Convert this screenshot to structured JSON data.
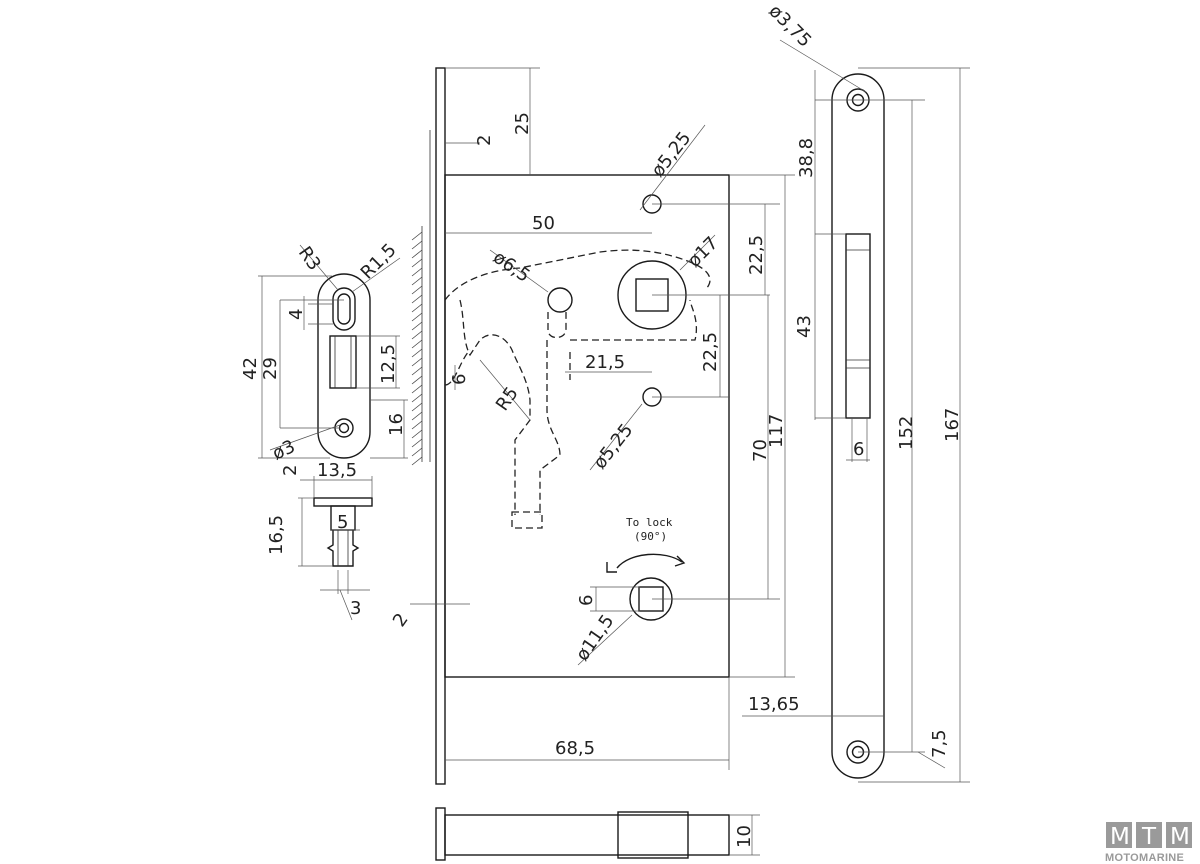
{
  "dimensions": {
    "d_25": "25",
    "d_2_top": "2",
    "d_50": "50",
    "d_dia525_top": "ø5,25",
    "d_dia65": "ø6,5",
    "d_dia17": "ø17",
    "d_225_top": "22,5",
    "d_225_bot": "22,5",
    "d_215": "21,5",
    "d_6_left": "6",
    "d_r5": "R5",
    "d_dia525_bot": "ø5,25",
    "d_70": "70",
    "d_117": "117",
    "d_6_bottom": "6",
    "d_dia115": "ø11,5",
    "d_2_bottom": "2",
    "d_685": "68,5",
    "d_10": "10",
    "d_dia375": "ø3,75",
    "d_388": "38,8",
    "d_43": "43",
    "d_6_strike": "6",
    "d_152": "152",
    "d_167": "167",
    "d_1365": "13,65",
    "d_75": "7,5",
    "d_r3": "R3",
    "d_r15": "R1,5",
    "d_4": "4",
    "d_42": "42",
    "d_29": "29",
    "d_125": "12,5",
    "d_16": "16",
    "d_dia3": "ø3",
    "d_2_pin": "2",
    "d_135": "13,5",
    "d_165": "16,5",
    "d_5": "5",
    "d_3": "3"
  },
  "annotations": {
    "to_lock": "To lock",
    "to_lock_angle": "(90°)"
  },
  "logo": {
    "letters": [
      "M",
      "T",
      "M"
    ],
    "subtitle": "MOTOMARINE"
  },
  "colors": {
    "line": "#1a1a1a",
    "logo_gray": "#9a9a9a"
  }
}
